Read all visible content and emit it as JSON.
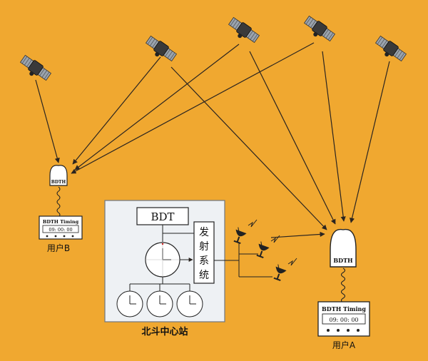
{
  "colors": {
    "background": "#f0a830",
    "station_panel": "#eef1f4",
    "station_border": "#6e7680",
    "line": "#2a2420",
    "device_fill": "#ffffff",
    "display_fill": "#ffffff"
  },
  "satellites": [
    {
      "id": "sat-1",
      "icon": "satellite-icon"
    },
    {
      "id": "sat-2",
      "icon": "satellite-icon"
    },
    {
      "id": "sat-3",
      "icon": "satellite-icon"
    },
    {
      "id": "sat-4",
      "icon": "satellite-icon"
    },
    {
      "id": "sat-5",
      "icon": "satellite-icon"
    }
  ],
  "user_b": {
    "antenna_label": "BDTH",
    "display_title": "BDTH Timing",
    "display_time": "09: 00: 00",
    "caption": "用户B"
  },
  "user_a": {
    "antenna_label": "BDTH",
    "display_title": "BDTH Timing",
    "display_time": "09: 00: 00",
    "caption": "用户A"
  },
  "station": {
    "bdt_label": "BDT",
    "transmit_label": [
      "发",
      "射",
      "系",
      "统"
    ],
    "caption": "北斗中心站",
    "dish_icon": "dish-antenna-icon"
  }
}
